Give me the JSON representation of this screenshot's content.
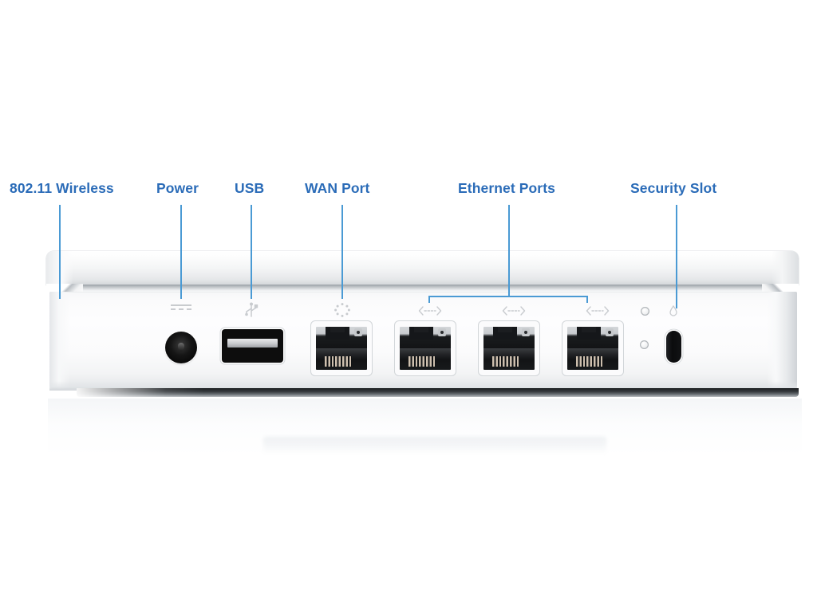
{
  "figure": {
    "title": "Apple AirPort Extreme rear panel port diagram",
    "accent_color": "#4a9ad4",
    "label_color": "#2b6cb8",
    "background_color": "#ffffff"
  },
  "callouts": [
    {
      "id": "wireless",
      "label": "802.11 Wireless",
      "icon": "antenna-icon",
      "leader": "single"
    },
    {
      "id": "power",
      "label": "Power",
      "icon": "dc-power-icon",
      "leader": "single"
    },
    {
      "id": "usb",
      "label": "USB",
      "icon": "usb-trident-icon",
      "leader": "single"
    },
    {
      "id": "wan",
      "label": "WAN Port",
      "icon": "wan-globe-icon",
      "leader": "single"
    },
    {
      "id": "ethernet",
      "label": "Ethernet Ports",
      "icon": "ethernet-arrows-icon",
      "leader": "bracket"
    },
    {
      "id": "security",
      "label": "Security Slot",
      "icon": "lock-slot-icon",
      "leader": "single"
    }
  ],
  "ports": {
    "power_jack": {
      "name": "DC power jack",
      "icon": "dc-power-icon",
      "count": 1
    },
    "usb_port": {
      "name": "USB Type-A port",
      "icon": "usb-trident-icon",
      "count": 1
    },
    "wan_port": {
      "name": "WAN RJ45 port",
      "icon": "wan-globe-icon",
      "count": 1
    },
    "ethernet_ports": {
      "name": "Ethernet RJ45 ports",
      "icon": "ethernet-arrows-icon",
      "count": 3
    },
    "status_leds": {
      "name": "Status indicator LEDs",
      "count": 2
    },
    "security_slot": {
      "name": "Kensington security slot",
      "icon": "lock-slot-icon",
      "count": 1
    }
  },
  "device": {
    "name": "AirPort Extreme base station",
    "finish": "white-glossy"
  }
}
